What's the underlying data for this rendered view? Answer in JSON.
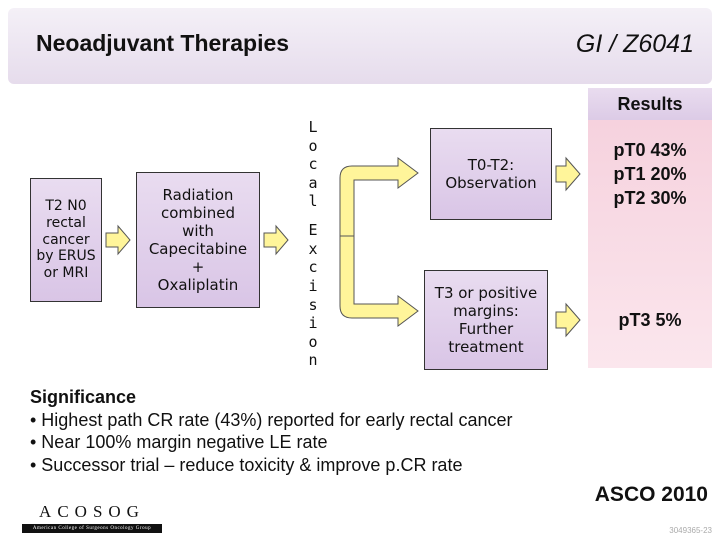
{
  "header": {
    "title": "Neoadjuvant Therapies",
    "trial_id": "GI / Z6041"
  },
  "results": {
    "heading": "Results",
    "early": [
      "pT0 43%",
      "pT1 20%",
      "pT2 30%"
    ],
    "late": "pT3 5%"
  },
  "flow": {
    "patient": [
      "T2 N0",
      "rectal",
      "cancer",
      "by ERUS",
      "or MRI"
    ],
    "treatment": [
      "Radiation",
      "combined",
      "with",
      "Capecitabine",
      "+",
      "Oxaliplatin"
    ],
    "local_letters": [
      "L",
      "o",
      "c",
      "a",
      "l"
    ],
    "excision_letters": [
      "E",
      "x",
      "c",
      "i",
      "s",
      "i",
      "o",
      "n"
    ],
    "observation": [
      "T0-T2:",
      "Observation"
    ],
    "further": [
      "T3 or positive",
      "margins:",
      "Further",
      "treatment"
    ]
  },
  "significance": {
    "title": "Significance",
    "bullets": [
      "• Highest path CR rate (43%) reported for early rectal cancer",
      "• Near 100% margin negative LE rate",
      "• Successor trial – reduce toxicity & improve p.CR rate"
    ]
  },
  "footer": {
    "conference": "ASCO 2010",
    "logo_letters": "ACOSOG",
    "logo_subtitle": "American College of Surgeons Oncology Group",
    "slide_id": "3049365-23"
  }
}
